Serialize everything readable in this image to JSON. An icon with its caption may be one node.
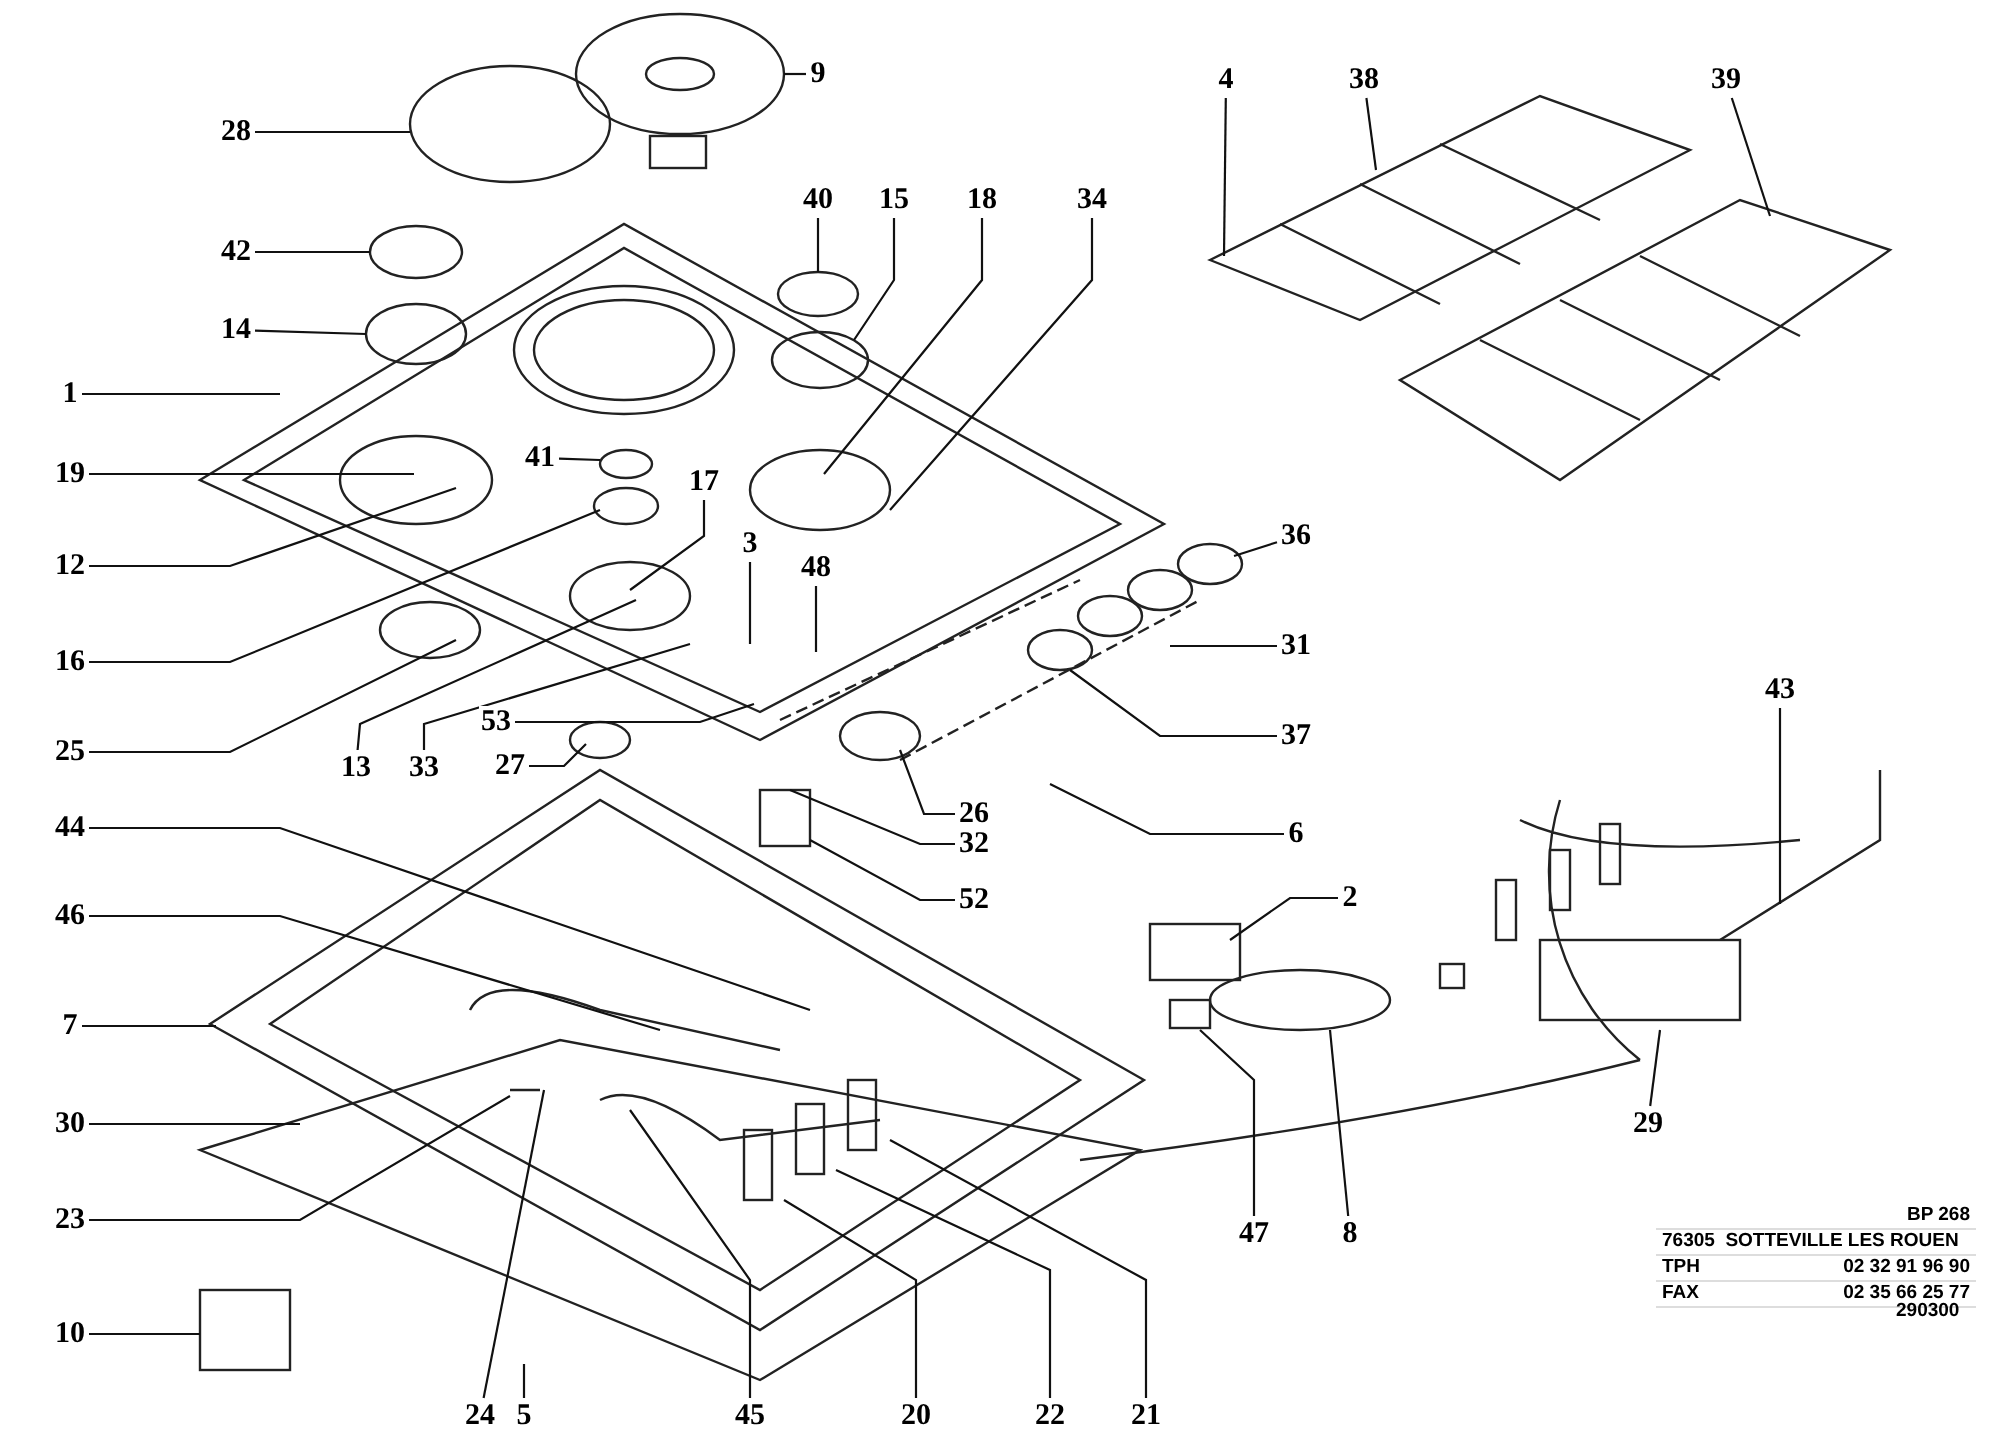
{
  "diagram": {
    "nodes": [
      {
        "text": [
          "4"
        ]
      },
      {
        "text": [
          "38"
        ]
      },
      {
        "text": [
          "39"
        ]
      },
      {
        "text": [
          "9"
        ]
      },
      {
        "text": [
          "28"
        ]
      },
      {
        "text": [
          "40"
        ]
      },
      {
        "text": [
          "15"
        ]
      },
      {
        "text": [
          "18"
        ]
      },
      {
        "text": [
          "34"
        ]
      },
      {
        "text": [
          "42"
        ]
      },
      {
        "text": [
          "14"
        ]
      },
      {
        "text": [
          "1"
        ]
      },
      {
        "text": [
          "19"
        ]
      },
      {
        "text": [
          "41"
        ]
      },
      {
        "text": [
          "17"
        ]
      },
      {
        "text": [
          "36"
        ]
      },
      {
        "text": [
          "3"
        ]
      },
      {
        "text": [
          "12"
        ]
      },
      {
        "text": [
          "48"
        ]
      },
      {
        "text": [
          "31"
        ]
      },
      {
        "text": [
          "16"
        ]
      },
      {
        "text": [
          "53"
        ]
      },
      {
        "text": [
          "37"
        ]
      },
      {
        "text": [
          "25"
        ]
      },
      {
        "text": [
          "13"
        ]
      },
      {
        "text": [
          "33"
        ]
      },
      {
        "text": [
          "27"
        ]
      },
      {
        "text": [
          "26"
        ]
      },
      {
        "text": [
          "6"
        ]
      },
      {
        "text": [
          "44"
        ]
      },
      {
        "text": [
          "32"
        ]
      },
      {
        "text": [
          "52"
        ]
      },
      {
        "text": [
          "2"
        ]
      },
      {
        "text": [
          "43"
        ]
      },
      {
        "text": [
          "46"
        ]
      },
      {
        "text": [
          "7"
        ]
      },
      {
        "text": [
          "30"
        ]
      },
      {
        "text": [
          "29"
        ]
      },
      {
        "text": [
          "23"
        ]
      },
      {
        "text": [
          "47"
        ]
      },
      {
        "text": [
          "8"
        ]
      },
      {
        "text": [
          "10"
        ]
      },
      {
        "text": [
          "24"
        ]
      },
      {
        "text": [
          "5"
        ]
      },
      {
        "text": [
          "45"
        ]
      },
      {
        "text": [
          "20"
        ]
      },
      {
        "text": [
          "22"
        ]
      },
      {
        "text": [
          "21"
        ]
      }
    ],
    "edges": [
      {
        "from": 0,
        "to": null,
        "arrow": "none"
      },
      {
        "from": 1,
        "to": null,
        "arrow": "none"
      },
      {
        "from": 2,
        "to": null,
        "arrow": "none"
      },
      {
        "from": 3,
        "to": null,
        "arrow": "none"
      },
      {
        "from": 4,
        "to": null,
        "arrow": "none"
      },
      {
        "from": 5,
        "to": null,
        "arrow": "none"
      },
      {
        "from": 6,
        "to": null,
        "arrow": "none"
      },
      {
        "from": 7,
        "to": null,
        "arrow": "none"
      },
      {
        "from": 8,
        "to": null,
        "arrow": "none"
      },
      {
        "from": 9,
        "to": null,
        "arrow": "none"
      },
      {
        "from": 10,
        "to": null,
        "arrow": "none"
      },
      {
        "from": 11,
        "to": null,
        "arrow": "none"
      },
      {
        "from": 12,
        "to": null,
        "arrow": "none"
      },
      {
        "from": 13,
        "to": null,
        "arrow": "none"
      },
      {
        "from": 14,
        "to": null,
        "arrow": "none"
      },
      {
        "from": 15,
        "to": null,
        "arrow": "none"
      },
      {
        "from": 16,
        "to": null,
        "arrow": "none"
      },
      {
        "from": 17,
        "to": null,
        "arrow": "none"
      },
      {
        "from": 18,
        "to": null,
        "arrow": "none"
      },
      {
        "from": 19,
        "to": null,
        "arrow": "none"
      },
      {
        "from": 20,
        "to": null,
        "arrow": "none"
      },
      {
        "from": 21,
        "to": null,
        "arrow": "none"
      },
      {
        "from": 22,
        "to": null,
        "arrow": "none"
      },
      {
        "from": 23,
        "to": null,
        "arrow": "none"
      },
      {
        "from": 24,
        "to": null,
        "arrow": "none"
      },
      {
        "from": 25,
        "to": null,
        "arrow": "none"
      },
      {
        "from": 26,
        "to": null,
        "arrow": "none"
      },
      {
        "from": 27,
        "to": null,
        "arrow": "none"
      },
      {
        "from": 28,
        "to": null,
        "arrow": "none"
      },
      {
        "from": 29,
        "to": null,
        "arrow": "none"
      },
      {
        "from": 30,
        "to": null,
        "arrow": "none"
      },
      {
        "from": 31,
        "to": null,
        "arrow": "none"
      },
      {
        "from": 32,
        "to": null,
        "arrow": "none"
      },
      {
        "from": 33,
        "to": null,
        "arrow": "none"
      },
      {
        "from": 34,
        "to": null,
        "arrow": "none"
      },
      {
        "from": 35,
        "to": null,
        "arrow": "none"
      },
      {
        "from": 36,
        "to": null,
        "arrow": "none"
      },
      {
        "from": 37,
        "to": null,
        "arrow": "none"
      },
      {
        "from": 38,
        "to": null,
        "arrow": "none"
      },
      {
        "from": 39,
        "to": null,
        "arrow": "none"
      },
      {
        "from": 40,
        "to": null,
        "arrow": "none"
      },
      {
        "from": 41,
        "to": null,
        "arrow": "none"
      },
      {
        "from": 42,
        "to": null,
        "arrow": "none"
      },
      {
        "from": 43,
        "to": null,
        "arrow": "none"
      },
      {
        "from": 44,
        "to": null,
        "arrow": "none"
      },
      {
        "from": 45,
        "to": null,
        "arrow": "none"
      },
      {
        "from": 46,
        "to": null,
        "arrow": "none"
      },
      {
        "from": 47,
        "to": null,
        "arrow": "none"
      }
    ],
    "labels": [
      "BP 268",
      "76305  SOTTEVILLE LES ROUEN",
      "TPH",
      "02 32 91 96 90",
      "FAX",
      "02 35 66 25 77",
      "290300"
    ]
  }
}
